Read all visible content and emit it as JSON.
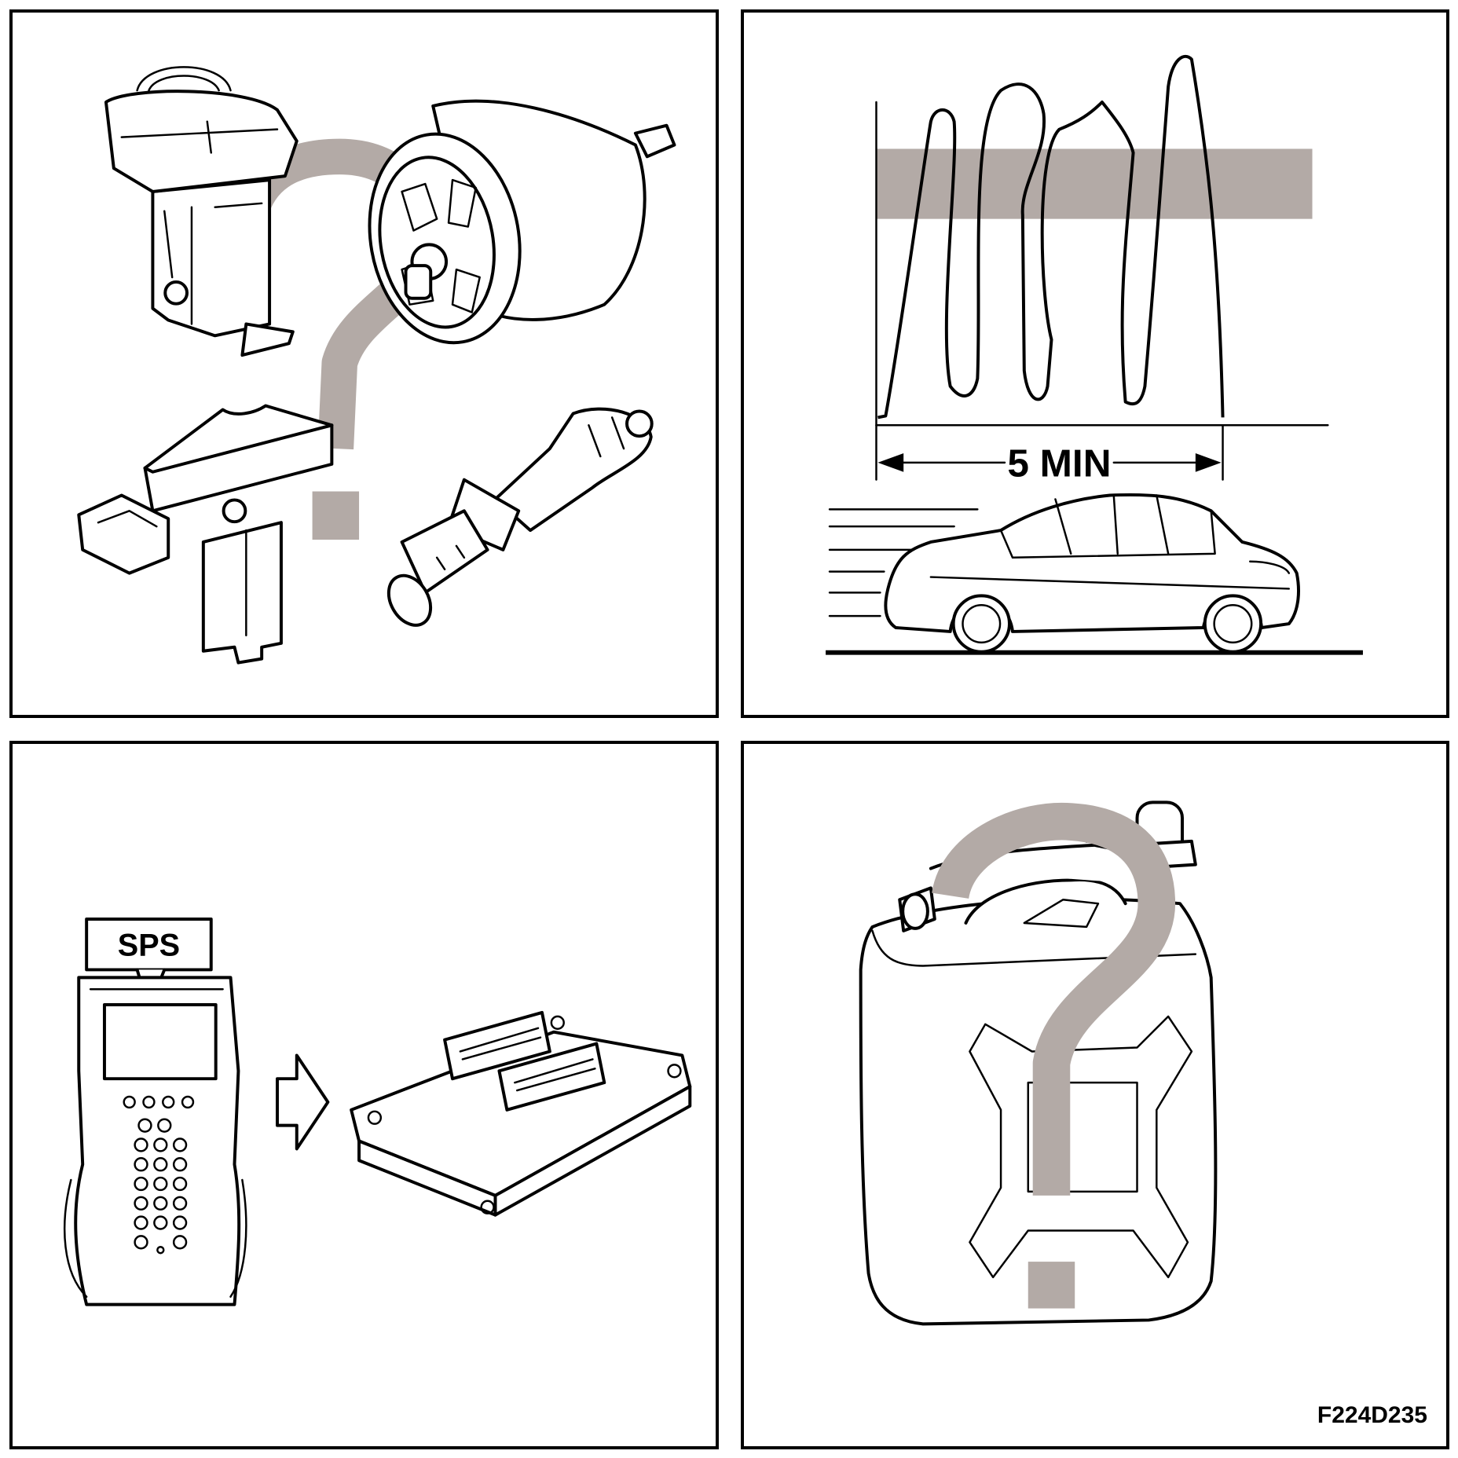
{
  "panel_drive": {
    "duration_label": "5 MIN"
  },
  "panel_programming": {
    "tool_label": "SPS"
  },
  "figure_code": "F224D235",
  "colors": {
    "ink": "#000000",
    "highlight_grey": "#b3aaa6",
    "background": "#ffffff"
  }
}
